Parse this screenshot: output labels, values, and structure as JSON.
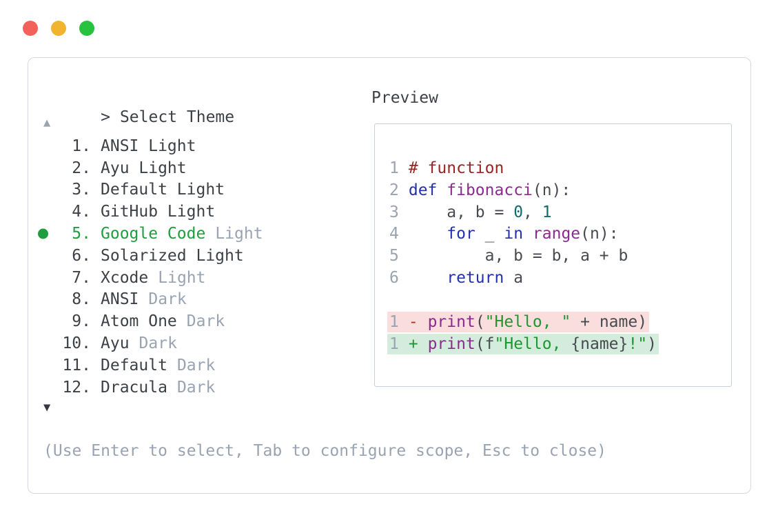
{
  "window": {
    "controls": [
      {
        "name": "close",
        "color": "#f4605a"
      },
      {
        "name": "minimize",
        "color": "#f0b42f"
      },
      {
        "name": "zoom",
        "color": "#27c33f"
      }
    ]
  },
  "selector": {
    "prompt": ">",
    "title": "Select Theme",
    "scroll_up_glyph": "▲",
    "scroll_down_glyph": "▼",
    "items": [
      {
        "num": "1.",
        "name": "ANSI Light",
        "suffix": "",
        "selected": false
      },
      {
        "num": "2.",
        "name": "Ayu Light",
        "suffix": "",
        "selected": false
      },
      {
        "num": "3.",
        "name": "Default Light",
        "suffix": "",
        "selected": false
      },
      {
        "num": "4.",
        "name": "GitHub Light",
        "suffix": "",
        "selected": false
      },
      {
        "num": "5.",
        "name": "Google Code",
        "suffix": "Light",
        "selected": true
      },
      {
        "num": "6.",
        "name": "Solarized Light",
        "suffix": "",
        "selected": false
      },
      {
        "num": "7.",
        "name": "Xcode",
        "suffix": "Light",
        "selected": false
      },
      {
        "num": "8.",
        "name": "ANSI",
        "suffix": "Dark",
        "selected": false
      },
      {
        "num": "9.",
        "name": "Atom One",
        "suffix": "Dark",
        "selected": false
      },
      {
        "num": "10.",
        "name": "Ayu",
        "suffix": "Dark",
        "selected": false
      },
      {
        "num": "11.",
        "name": "Default",
        "suffix": "Dark",
        "selected": false
      },
      {
        "num": "12.",
        "name": "Dracula",
        "suffix": "Dark",
        "selected": false
      }
    ],
    "hint": "(Use Enter to select, Tab to configure scope, Esc to close)"
  },
  "preview": {
    "label": "Preview",
    "code_lines": [
      {
        "num": "1",
        "tokens": [
          {
            "text": "# function",
            "type": "comment"
          }
        ]
      },
      {
        "num": "2",
        "tokens": [
          {
            "text": "def",
            "type": "keyword"
          },
          {
            "text": " ",
            "type": "plain"
          },
          {
            "text": "fibonacci",
            "type": "func"
          },
          {
            "text": "(n):",
            "type": "plain"
          }
        ]
      },
      {
        "num": "3",
        "tokens": [
          {
            "text": "    a, b = ",
            "type": "plain"
          },
          {
            "text": "0",
            "type": "number"
          },
          {
            "text": ", ",
            "type": "plain"
          },
          {
            "text": "1",
            "type": "number"
          }
        ]
      },
      {
        "num": "4",
        "tokens": [
          {
            "text": "    ",
            "type": "plain"
          },
          {
            "text": "for",
            "type": "keyword"
          },
          {
            "text": " _ ",
            "type": "plain"
          },
          {
            "text": "in",
            "type": "keyword"
          },
          {
            "text": " ",
            "type": "plain"
          },
          {
            "text": "range",
            "type": "func"
          },
          {
            "text": "(n):",
            "type": "plain"
          }
        ]
      },
      {
        "num": "5",
        "tokens": [
          {
            "text": "        a, b = b, a + b",
            "type": "plain"
          }
        ]
      },
      {
        "num": "6",
        "tokens": [
          {
            "text": "    ",
            "type": "plain"
          },
          {
            "text": "return",
            "type": "keyword"
          },
          {
            "text": " a",
            "type": "plain"
          }
        ]
      }
    ],
    "diff_lines": [
      {
        "num": "1",
        "kind": "removed",
        "tokens": [
          {
            "text": "- ",
            "type": "minus"
          },
          {
            "text": "print",
            "type": "func"
          },
          {
            "text": "(",
            "type": "plain"
          },
          {
            "text": "\"Hello, \"",
            "type": "string"
          },
          {
            "text": " + name)",
            "type": "plain"
          }
        ]
      },
      {
        "num": "1",
        "kind": "added",
        "tokens": [
          {
            "text": "+ ",
            "type": "plus"
          },
          {
            "text": "print",
            "type": "func"
          },
          {
            "text": "(f",
            "type": "plain"
          },
          {
            "text": "\"Hello, ",
            "type": "string"
          },
          {
            "text": "{name}",
            "type": "plain"
          },
          {
            "text": "!\"",
            "type": "string"
          },
          {
            "text": ")",
            "type": "plain"
          }
        ]
      }
    ]
  },
  "colors": {
    "text_dark": "#3c4148",
    "muted": "#99a3b2",
    "accent_green": "#1f9d3f",
    "scroll_down": "#35393f",
    "panel_border": "#d4d9e0",
    "preview_border": "#c9cfd7",
    "code_plain": "#474b51",
    "code_keyword": "#2430ae",
    "code_func": "#8b2a8f",
    "code_comment": "#9a2424",
    "code_number": "#0f6b6d",
    "code_string": "#1f9632",
    "diff_minus": "#b03028",
    "diff_plus": "#1f9632",
    "diff_removed_bg": "#fadddd",
    "diff_added_bg": "#d4ecdb"
  }
}
